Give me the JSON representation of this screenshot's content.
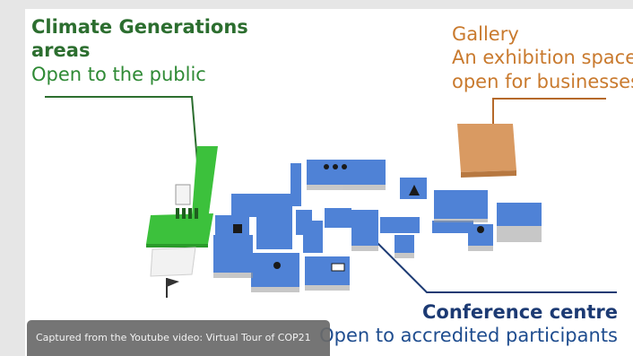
{
  "labels": {
    "climate_generations": {
      "title": "Climate Generations\nareas",
      "subtitle": "Open to the public"
    },
    "gallery": {
      "title": "Gallery",
      "line1": "An exhibition space",
      "line2": "open for businesses"
    },
    "conference_centre": {
      "title": "Conference centre",
      "subtitle": "Open to accredited participants"
    }
  },
  "caption": "Captured from the Youtube video: Virtual Tour of COP21",
  "colors": {
    "climate_green": "#3cc13c",
    "gallery_orange": "#d99a62",
    "conference_blue": "#4f82d6",
    "leader_green": "#2c6e2f",
    "leader_orange": "#b5692a",
    "leader_blue": "#1c3a73"
  }
}
